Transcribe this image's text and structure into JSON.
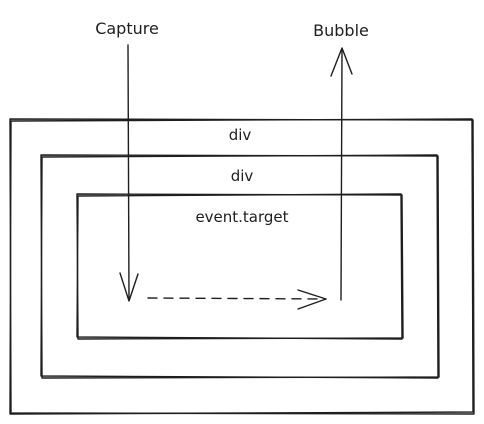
{
  "labels": {
    "capture": "Capture",
    "bubble": "Bubble",
    "outer_div": "div",
    "middle_div": "div",
    "target": "event.target"
  }
}
